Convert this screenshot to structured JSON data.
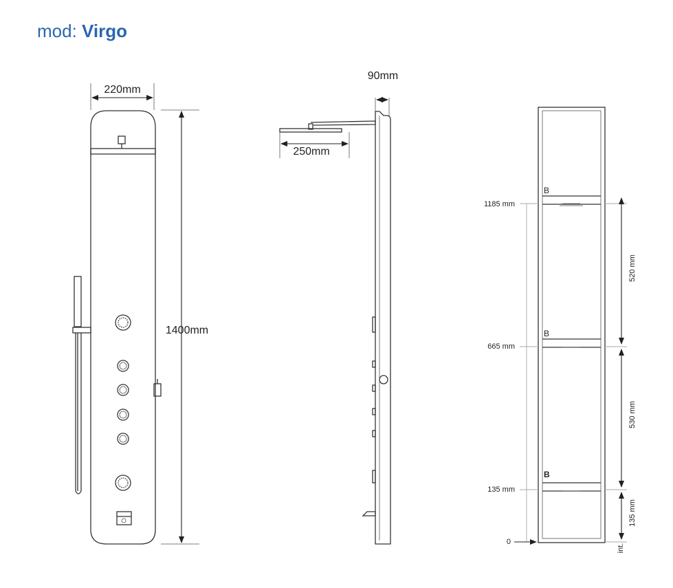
{
  "title": {
    "prefix": "mod:",
    "name": "Virgo"
  },
  "front_view": {
    "width_label": "220mm",
    "height_label": "1400mm"
  },
  "side_view": {
    "depth_label": "90mm",
    "head_label": "250mm"
  },
  "install_view": {
    "shelf_marker": "B",
    "levels": [
      {
        "label": "1185 mm",
        "marker": "B"
      },
      {
        "label": "665 mm",
        "marker": "B"
      },
      {
        "label": "135 mm",
        "marker": "B"
      },
      {
        "label": "0"
      }
    ],
    "spans": [
      {
        "label": "520 mm"
      },
      {
        "label": "530 mm"
      },
      {
        "label": "135 mm"
      }
    ],
    "base_note": "int."
  },
  "colors": {
    "title": "#2a67b1",
    "lines": "#333333"
  }
}
